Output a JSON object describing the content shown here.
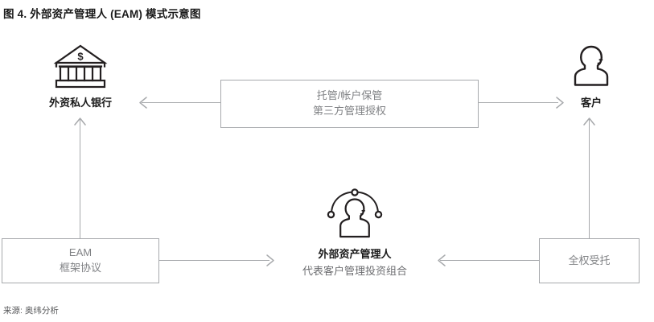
{
  "figure": {
    "title": "图 4. 外部资产管理人 (EAM) 模式示意图",
    "source": "来源: 奥纬分析"
  },
  "nodes": {
    "bank": {
      "label": "外资私人银行",
      "icon": "bank-icon",
      "icon_symbol": "$"
    },
    "client": {
      "label": "客户",
      "icon": "person-icon"
    },
    "eam_manager": {
      "label": "外部资产管理人",
      "sublabel": "代表客户管理投资组合",
      "icon": "person-network-icon"
    }
  },
  "boxes": {
    "custody": {
      "line1": "托管/帐户保管",
      "line2": "第三方管理授权"
    },
    "eam_agreement": {
      "line1": "EAM",
      "line2": "框架协议"
    },
    "discretionary": {
      "line1": "全权受托"
    }
  },
  "connectors": [
    {
      "name": "custody-to-bank",
      "direction": "left"
    },
    {
      "name": "custody-to-client",
      "direction": "right"
    },
    {
      "name": "eam-agreement-to-manager",
      "direction": "right"
    },
    {
      "name": "discretionary-to-manager",
      "direction": "left"
    },
    {
      "name": "eam-agreement-to-bank",
      "direction": "up"
    },
    {
      "name": "discretionary-to-client",
      "direction": "up"
    }
  ],
  "colors": {
    "line": "#a7a9ac",
    "box_text": "#808285",
    "node_label": "#1a1a1a",
    "node_sublabel": "#6d6e71",
    "icon_stroke": "#231f20",
    "source_text": "#58595b"
  }
}
